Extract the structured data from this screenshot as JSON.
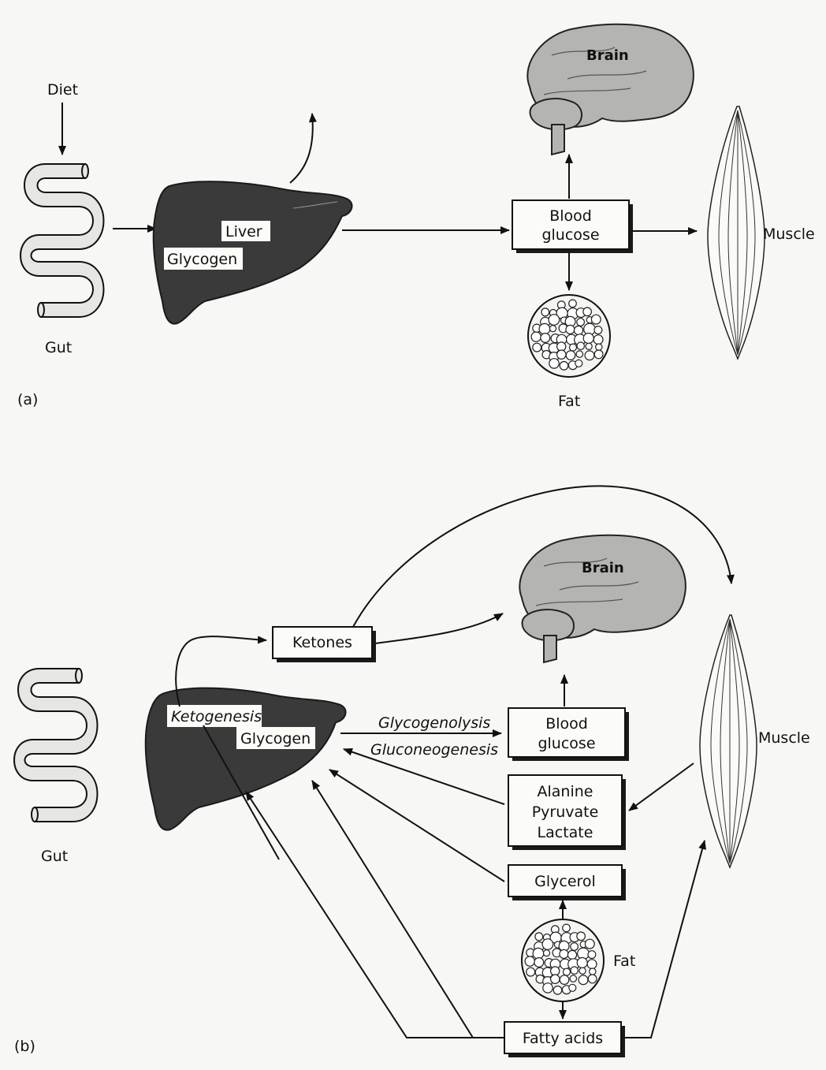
{
  "panel_a": {
    "letter": "(a)",
    "diet": "Diet",
    "gut": "Gut",
    "liver": "Liver",
    "glycogen": "Glycogen",
    "brain": "Brain",
    "blood_glucose_line1": "Blood",
    "blood_glucose_line2": "glucose",
    "muscle": "Muscle",
    "fat": "Fat"
  },
  "panel_b": {
    "letter": "(b)",
    "gut": "Gut",
    "ketogenesis": "Ketogenesis",
    "glycogen": "Glycogen",
    "ketones": "Ketones",
    "brain": "Brain",
    "glycogenolysis": "Glycogenolysis",
    "gluconeogenesis": "Gluconeogenesis",
    "blood_glucose_line1": "Blood",
    "blood_glucose_line2": "glucose",
    "muscle": "Muscle",
    "alanine": "Alanine",
    "pyruvate": "Pyruvate",
    "lactate": "Lactate",
    "glycerol": "Glycerol",
    "fat": "Fat",
    "fatty_acids": "Fatty acids"
  },
  "icons": [
    "gut-icon",
    "liver-icon",
    "brain-icon",
    "muscle-icon",
    "fat-tissue-icon"
  ]
}
